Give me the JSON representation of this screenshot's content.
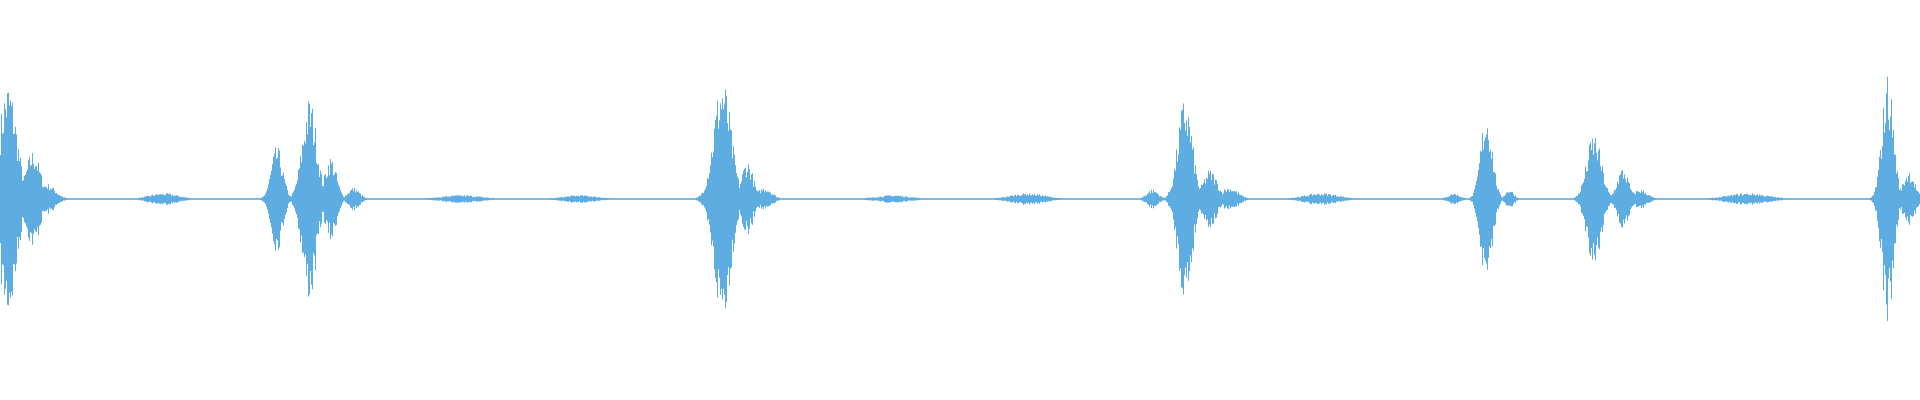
{
  "waveform": {
    "color": "#5dade2",
    "bursts": [
      {
        "center": 0.004,
        "amp": 0.6,
        "width": 0.006
      },
      {
        "center": 0.017,
        "amp": 0.25,
        "width": 0.005
      },
      {
        "center": 0.024,
        "amp": 0.08,
        "width": 0.006
      },
      {
        "center": 0.085,
        "amp": 0.03,
        "width": 0.01
      },
      {
        "center": 0.144,
        "amp": 0.27,
        "width": 0.004
      },
      {
        "center": 0.161,
        "amp": 0.52,
        "width": 0.005
      },
      {
        "center": 0.172,
        "amp": 0.22,
        "width": 0.004
      },
      {
        "center": 0.184,
        "amp": 0.06,
        "width": 0.004
      },
      {
        "center": 0.24,
        "amp": 0.02,
        "width": 0.014
      },
      {
        "center": 0.302,
        "amp": 0.02,
        "width": 0.012
      },
      {
        "center": 0.376,
        "amp": 0.62,
        "width": 0.006
      },
      {
        "center": 0.389,
        "amp": 0.2,
        "width": 0.004
      },
      {
        "center": 0.398,
        "amp": 0.06,
        "width": 0.005
      },
      {
        "center": 0.465,
        "amp": 0.02,
        "width": 0.012
      },
      {
        "center": 0.535,
        "amp": 0.03,
        "width": 0.012
      },
      {
        "center": 0.6,
        "amp": 0.05,
        "width": 0.004
      },
      {
        "center": 0.617,
        "amp": 0.52,
        "width": 0.005
      },
      {
        "center": 0.63,
        "amp": 0.15,
        "width": 0.005
      },
      {
        "center": 0.64,
        "amp": 0.06,
        "width": 0.006
      },
      {
        "center": 0.688,
        "amp": 0.03,
        "width": 0.012
      },
      {
        "center": 0.757,
        "amp": 0.03,
        "width": 0.004
      },
      {
        "center": 0.774,
        "amp": 0.46,
        "width": 0.004
      },
      {
        "center": 0.786,
        "amp": 0.05,
        "width": 0.003
      },
      {
        "center": 0.83,
        "amp": 0.34,
        "width": 0.005
      },
      {
        "center": 0.845,
        "amp": 0.16,
        "width": 0.004
      },
      {
        "center": 0.854,
        "amp": 0.05,
        "width": 0.005
      },
      {
        "center": 0.91,
        "amp": 0.03,
        "width": 0.014
      },
      {
        "center": 0.983,
        "amp": 0.64,
        "width": 0.004
      },
      {
        "center": 0.994,
        "amp": 0.15,
        "width": 0.004
      }
    ]
  }
}
